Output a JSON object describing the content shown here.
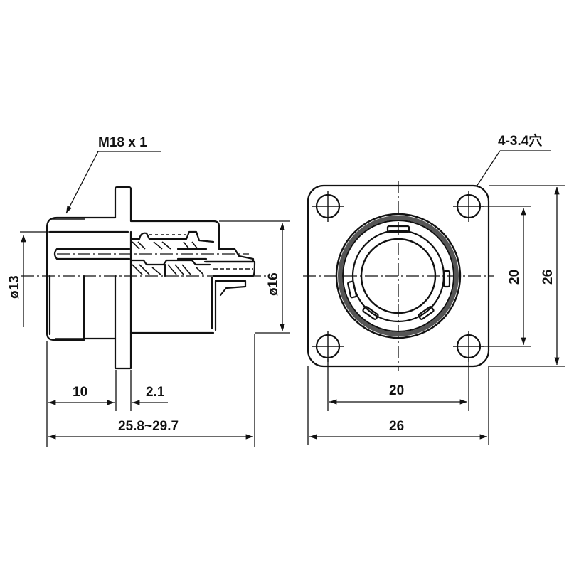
{
  "drawing": {
    "type": "connector-dimension-drawing",
    "views": {
      "side_view": {
        "labels": {
          "thread": "M18 x 1",
          "diameter_left": "ø13",
          "diameter_right": "ø16",
          "length_front": "10",
          "flange_thickness": "2.1",
          "overall_length": "25.8~29.7"
        }
      },
      "front_view": {
        "labels": {
          "mounting_holes": "4-3.4穴",
          "hole_pitch_vertical": "20",
          "flange_height": "26",
          "hole_pitch_horizontal": "20",
          "flange_width": "26"
        }
      }
    },
    "colors": {
      "line": "#111111",
      "background": "#ffffff"
    }
  }
}
